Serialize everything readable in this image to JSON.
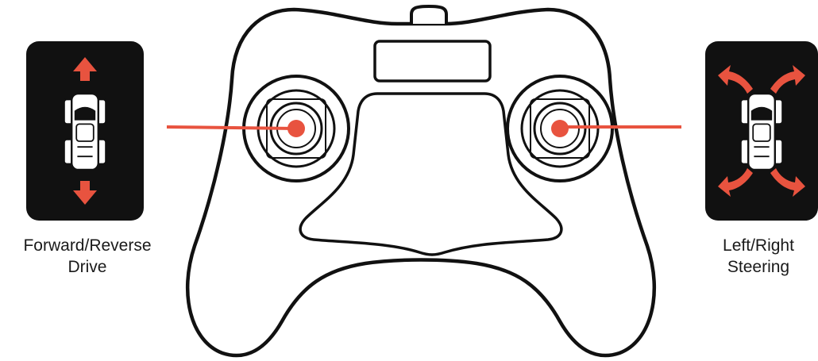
{
  "colors": {
    "accent": "#e8533f",
    "panel": "#111111",
    "outline": "#1a1a1a",
    "background": "#ffffff"
  },
  "controls": {
    "left": {
      "label_line1": "Forward/Reverse",
      "label_line2": "Drive",
      "icon": "forward-reverse-car-icon"
    },
    "right": {
      "label_line1": "Left/Right",
      "label_line2": "Steering",
      "icon": "steering-car-icon"
    }
  }
}
